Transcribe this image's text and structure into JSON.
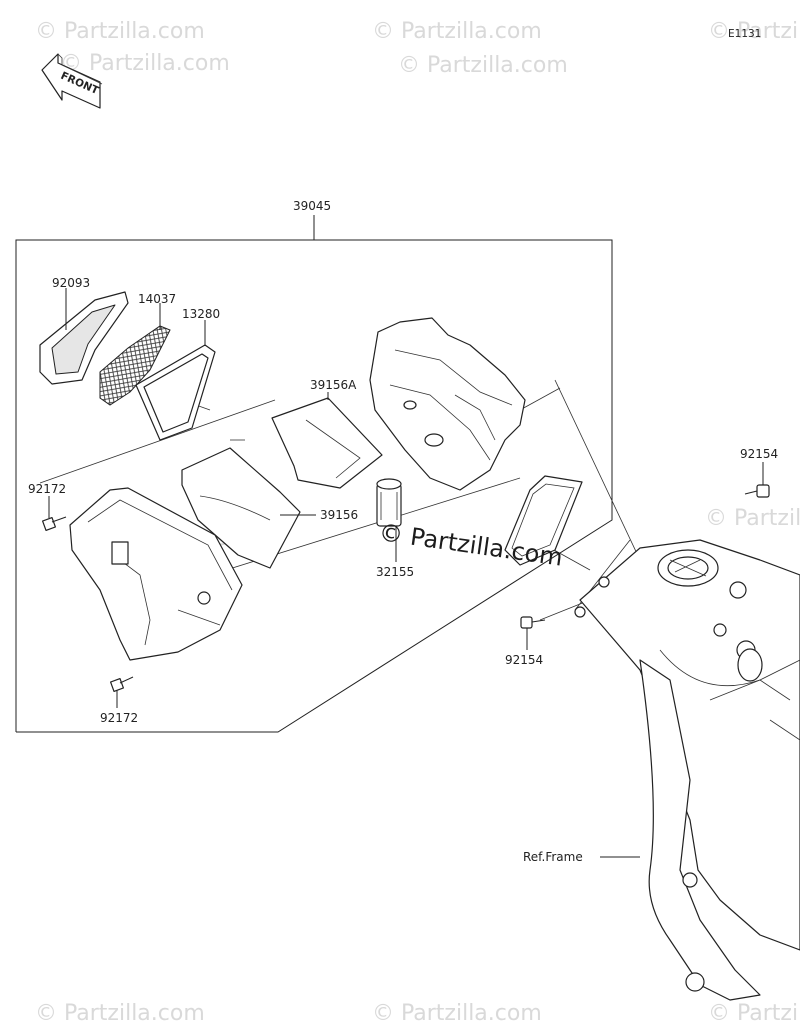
{
  "diagram_code": "E1131",
  "front_label": "FRONT",
  "watermark": "© Partzilla.com",
  "watermark_center": "© Partzilla.com",
  "parts": {
    "kit": "39045",
    "cover_left": "92093",
    "mesh": "14037",
    "seal": "13280",
    "duct_a": "39156A",
    "duct": "39156",
    "bolt_left_top": "92172",
    "bolt_left_bottom": "92172",
    "tube": "32155",
    "bolt_right_top": "92154",
    "bolt_right_bottom": "92154"
  },
  "ref_frame": "Ref.Frame"
}
